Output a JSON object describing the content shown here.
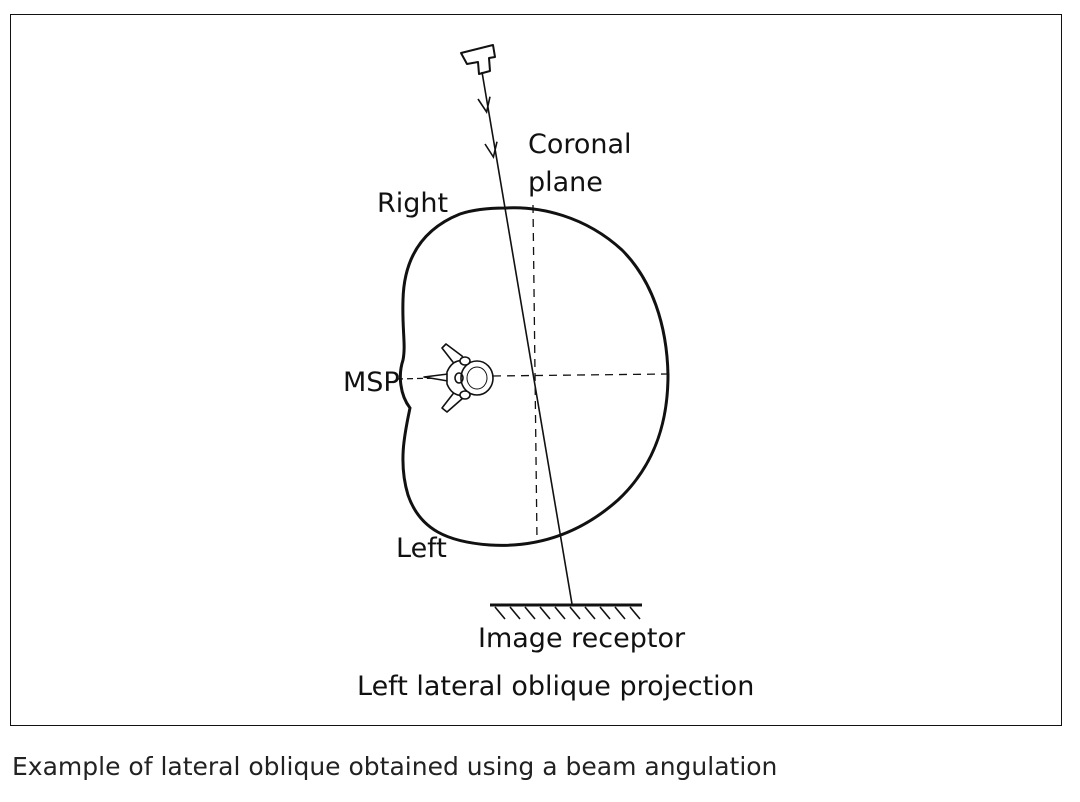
{
  "diagram": {
    "labels": {
      "coronal_line1": "Coronal",
      "coronal_line2": "plane",
      "right": "Right",
      "msp": "MSP",
      "left": "Left",
      "image_receptor": "Image receptor",
      "projection_title": "Left lateral oblique projection"
    }
  },
  "caption": "Example of lateral oblique obtained using a beam angulation"
}
